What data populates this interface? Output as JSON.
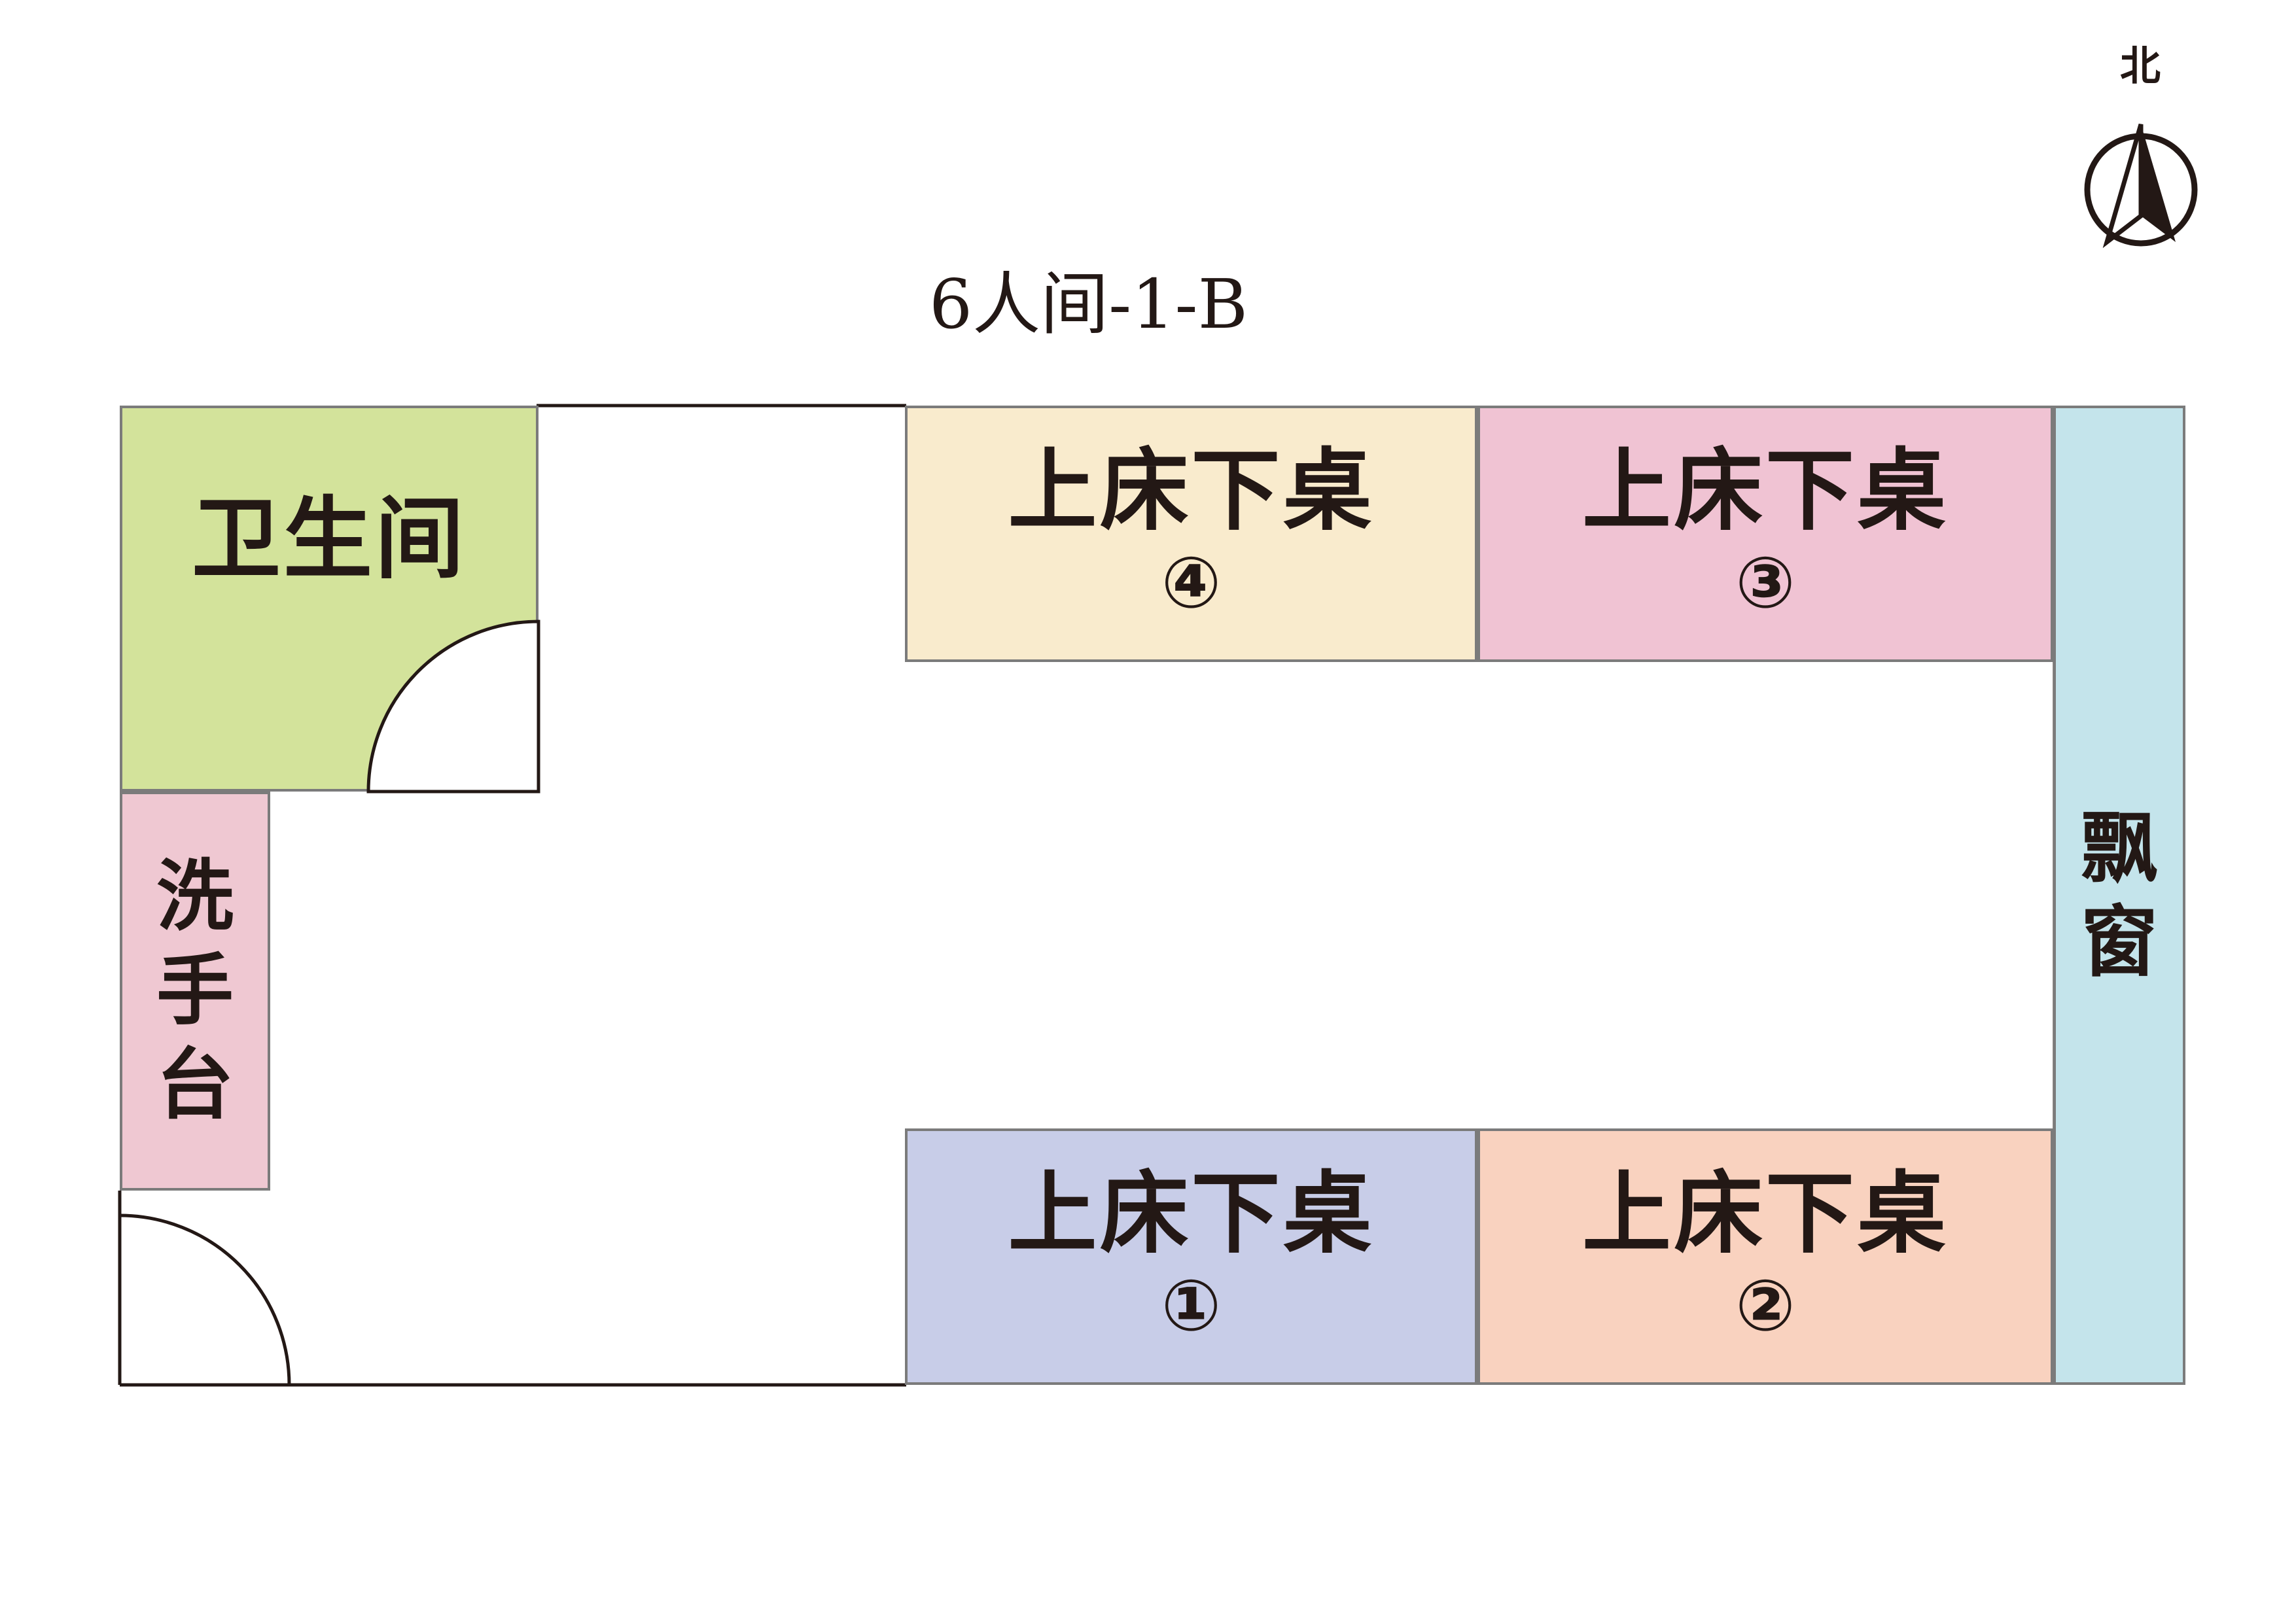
{
  "title": "6人间-1-B",
  "compass": {
    "label": "北"
  },
  "rooms": {
    "bathroom": {
      "label": "卫生间",
      "color": "#d3e39b"
    },
    "sink": {
      "label": "洗手台",
      "color": "#efc8d2"
    },
    "window": {
      "label": "飘窗",
      "color": "#c4e4eb"
    }
  },
  "beds": [
    {
      "label": "上床下桌",
      "number": "④",
      "color": "#f9ebcd"
    },
    {
      "label": "上床下桌",
      "number": "③",
      "color": "#f0c3d3"
    },
    {
      "label": "上床下桌",
      "number": "①",
      "color": "#c8cde8"
    },
    {
      "label": "上床下桌",
      "number": "②",
      "color": "#f9d2bf"
    }
  ]
}
